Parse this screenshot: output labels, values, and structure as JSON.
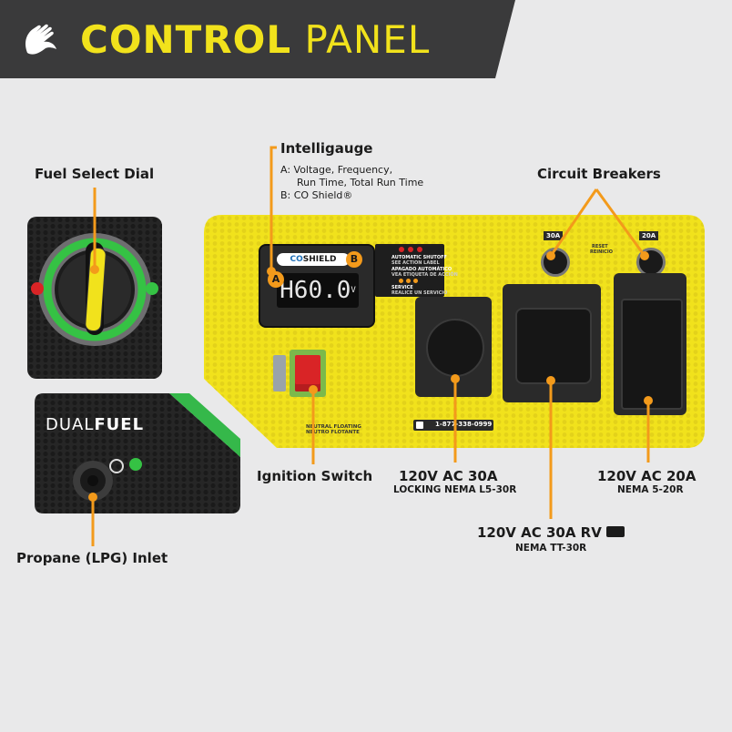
{
  "header": {
    "title_bold": "CONTROL",
    "title_light": "PANEL"
  },
  "labels": {
    "intelligauge": "Intelligauge",
    "intelligauge_a": "A:  Voltage, Frequency,",
    "intelligauge_a2": "Run Time, Total Run Time",
    "intelligauge_b": "B:  CO Shield®",
    "fuel_select": "Fuel Select Dial",
    "circuit_breakers": "Circuit Breakers",
    "ignition": "Ignition Switch",
    "propane": "Propane (LPG) Inlet",
    "outlet_30a": "120V AC 30A",
    "outlet_30a_sub": "LOCKING NEMA L5-30R",
    "outlet_rv": "120V AC 30A RV",
    "outlet_rv_sub": "NEMA TT-30R",
    "outlet_20a": "120V AC 20A",
    "outlet_20a_sub": "NEMA 5-20R"
  },
  "panel": {
    "display_reading": "H60.0",
    "display_unit": "V",
    "co_logo": "CO",
    "co_shield": "SHIELD",
    "badge_a": "A",
    "badge_b": "B",
    "breaker_30a": "30A",
    "breaker_20a": "20A",
    "reset_text": "RESET",
    "reset_text_es": "REINICIO",
    "auto_shutoff": "AUTOMATIC SHUTOFF",
    "auto_shutoff_sub": "SEE ACTION LABEL",
    "auto_shutoff_es": "APAGADO AUTOMÁTICO",
    "auto_shutoff_es_sub": "VEA ETIQUETA DE ACCIÓN",
    "service": "SERVICE",
    "service_es": "REALICE UN SERVICIO",
    "neutral": "NEUTRAL FLOATING",
    "neutral_es": "NEUTRO FLOTANTE",
    "phone": "1-877-338-0999",
    "dual": "DUAL",
    "fuel": "FUEL"
  },
  "colors": {
    "header_bg": "#3a3a3b",
    "title": "#f1e21c",
    "panel_yellow": "#f1e21c",
    "accent_green": "#3cb44a",
    "leader_orange": "#f39a1b",
    "switch_red": "#d92426"
  },
  "icons": [
    "hand-logo-icon",
    "propane-tank-icon",
    "gas-can-icon",
    "rv-trailer-icon",
    "gauge-icon",
    "phone-icon"
  ]
}
